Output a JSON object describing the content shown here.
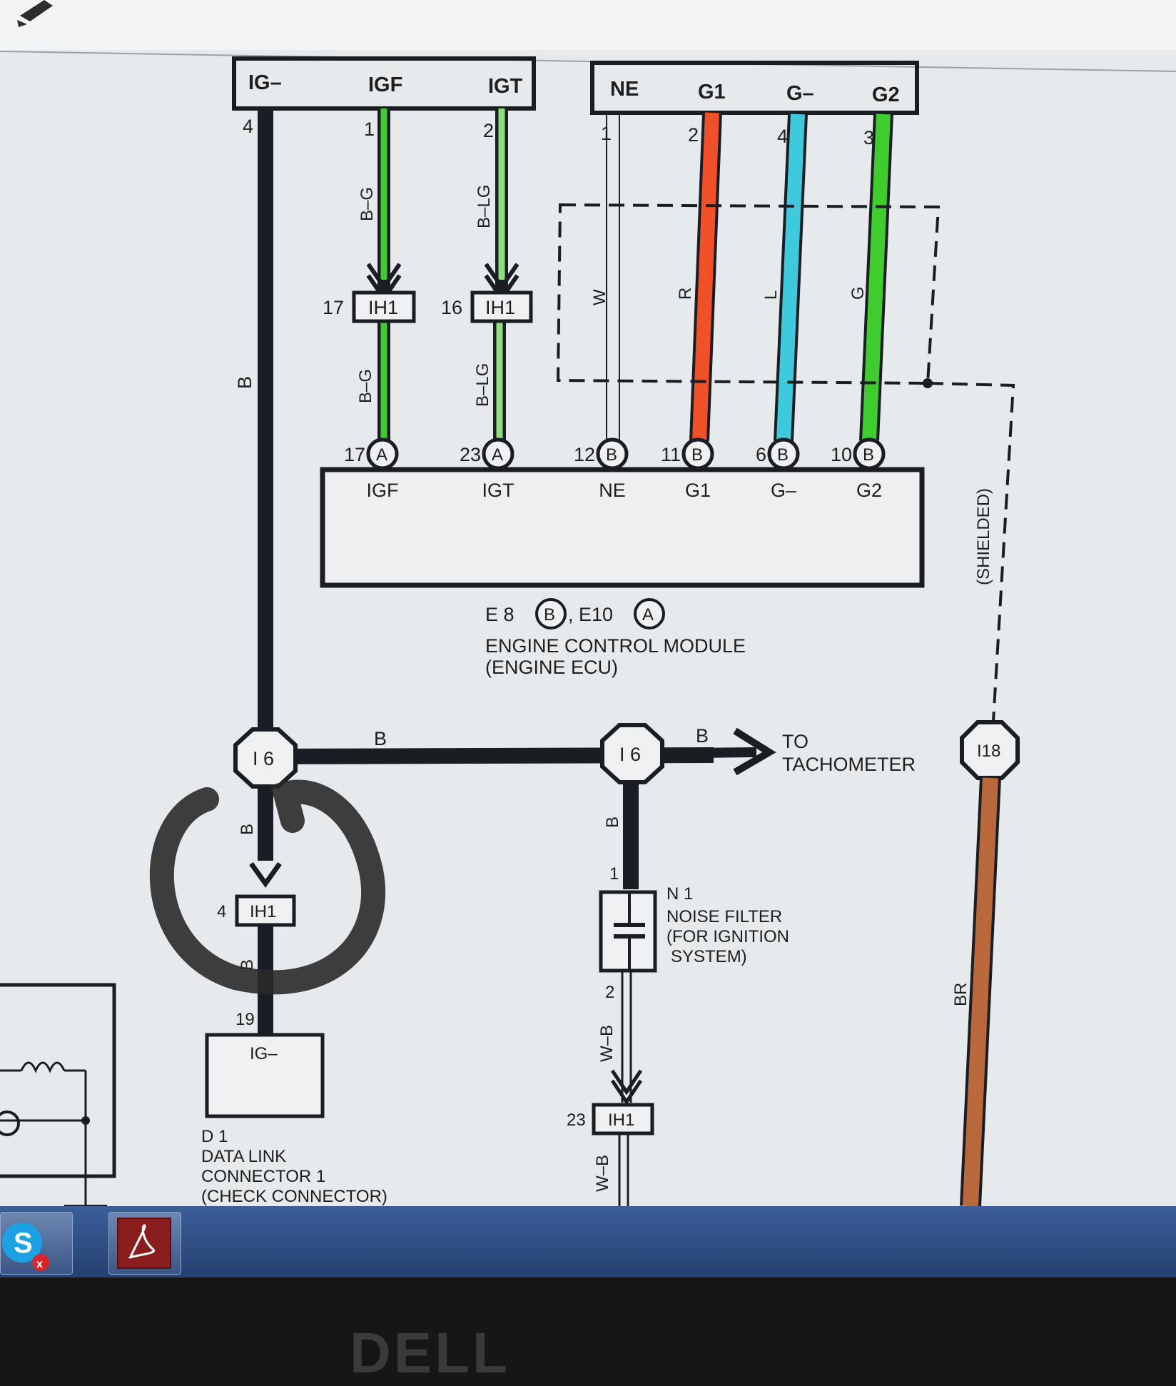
{
  "header_pins": {
    "ig_minus": "IG–",
    "igf": "IGF",
    "igt": "IGT",
    "ne": "NE",
    "g1": "G1",
    "g_minus": "G–",
    "g2": "G2"
  },
  "pin_numbers": {
    "ig_minus": "4",
    "igf": "1",
    "igt": "2",
    "ne": "1",
    "g1": "2",
    "g_minus": "4",
    "g2": "3"
  },
  "wire_colors": {
    "igf_upper": "B–G",
    "igt_upper": "B–LG",
    "igf_lower": "B–G",
    "igt_lower": "B–LG",
    "ne": "W",
    "g1": "R",
    "g_minus": "L",
    "g2": "G",
    "main": "B",
    "bus": "B",
    "tach": "B",
    "nf_up": "B",
    "nf_down": "W–B",
    "nf_bottom": "W–B",
    "circled_up": "B",
    "circled_down": "B",
    "shield_ground": "BR"
  },
  "connectors": {
    "ih1_igf": {
      "pin": "17",
      "label": "IH1"
    },
    "ih1_igt": {
      "pin": "16",
      "label": "IH1"
    },
    "ih1_circled": {
      "pin": "4",
      "label": "IH1"
    },
    "ih1_nf": {
      "pin": "23",
      "label": "IH1"
    }
  },
  "ecm": {
    "pins": [
      {
        "num": "17",
        "conn": "A",
        "label": "IGF"
      },
      {
        "num": "23",
        "conn": "A",
        "label": "IGT"
      },
      {
        "num": "12",
        "conn": "B",
        "label": "NE"
      },
      {
        "num": "11",
        "conn": "B",
        "label": "G1"
      },
      {
        "num": "6",
        "conn": "B",
        "label": "G–"
      },
      {
        "num": "10",
        "conn": "B",
        "label": "G2"
      }
    ],
    "code_e8": "E 8",
    "code_e8_conn": "B",
    "code_e10": ", E10",
    "code_e10_conn": "A",
    "name_line1": "ENGINE CONTROL MODULE",
    "name_line2": "(ENGINE ECU)"
  },
  "junctions": {
    "i6_left": "I 6",
    "i6_right": "I 6",
    "i18": "I18"
  },
  "shielded": "(SHIELDED)",
  "tachometer": {
    "line1": "TO",
    "line2": "TACHOMETER"
  },
  "noise_filter": {
    "code": "N 1",
    "line1": "NOISE FILTER",
    "line2": "(FOR IGNITION",
    "line3": "SYSTEM)",
    "pin_top": "1",
    "pin_bottom": "2"
  },
  "dlc": {
    "pin": "19",
    "terminal": "IG–",
    "code": "D 1",
    "line1": "DATA LINK",
    "line2": "CONNECTOR 1",
    "line3": "(CHECK CONNECTOR)"
  },
  "colors": {
    "black_wire": "#1b1d24",
    "green": "#3fcc2f",
    "light_green": "#8fe07c",
    "red": "#f05028",
    "blue": "#3ec9dc",
    "brown": "#b8683a",
    "highlight_circle": "#2a2a2a"
  },
  "taskbar": {
    "apps": [
      {
        "name": "skype-icon"
      },
      {
        "name": "acrobat-icon"
      }
    ]
  },
  "bezel_brand": "DELL"
}
